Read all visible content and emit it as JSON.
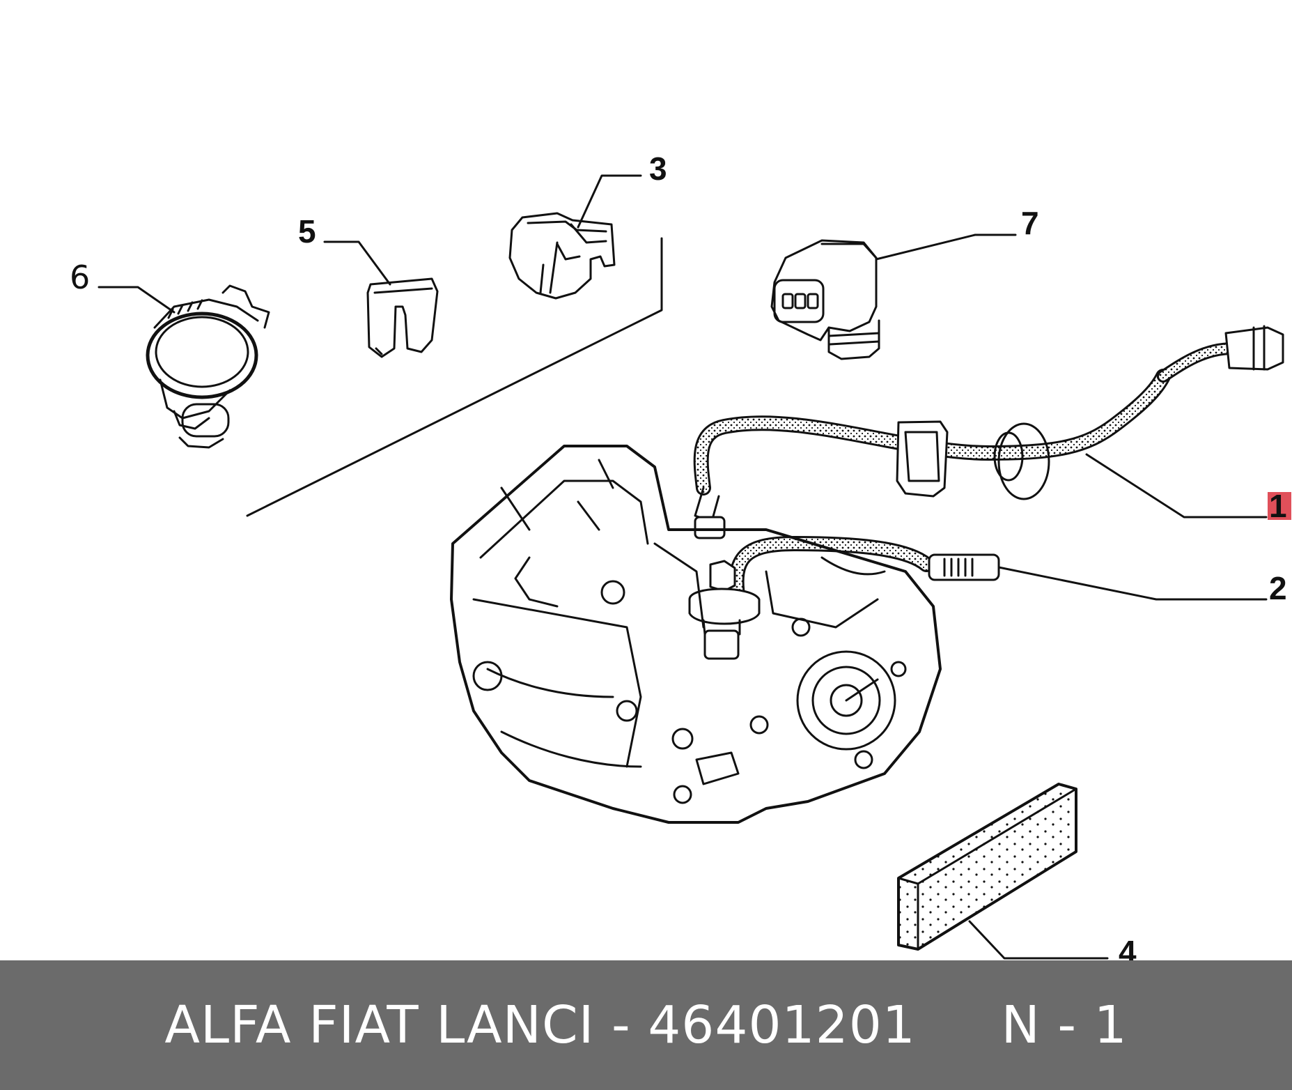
{
  "footer": {
    "text": "ALFA FIAT LANCI - 46401201     N - 1",
    "background": "#6b6b6b"
  },
  "callouts": [
    "1",
    "2",
    "3",
    "4",
    "5",
    "6",
    "7"
  ],
  "highlight_color": "#e0505a"
}
